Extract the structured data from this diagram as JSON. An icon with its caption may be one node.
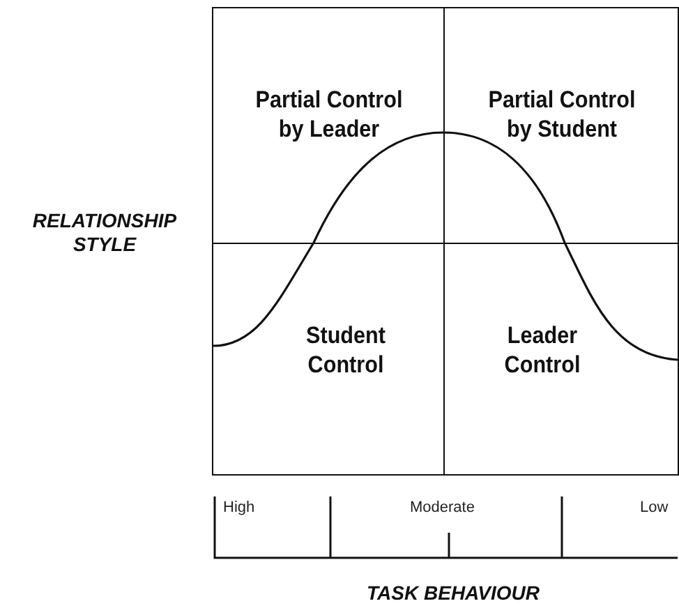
{
  "diagram": {
    "nodes": [
      {
        "text": [
          "Partial Control by Leader"
        ]
      },
      {
        "text": [
          "Partial Control by Student"
        ]
      },
      {
        "text": [
          "Student Control"
        ]
      },
      {
        "text": [
          "Leader Control"
        ]
      }
    ],
    "labels": [
      "RELATIONSHIP STYLE",
      "High",
      "Moderate",
      "Low",
      "TASK BEHAVIOUR"
    ]
  }
}
